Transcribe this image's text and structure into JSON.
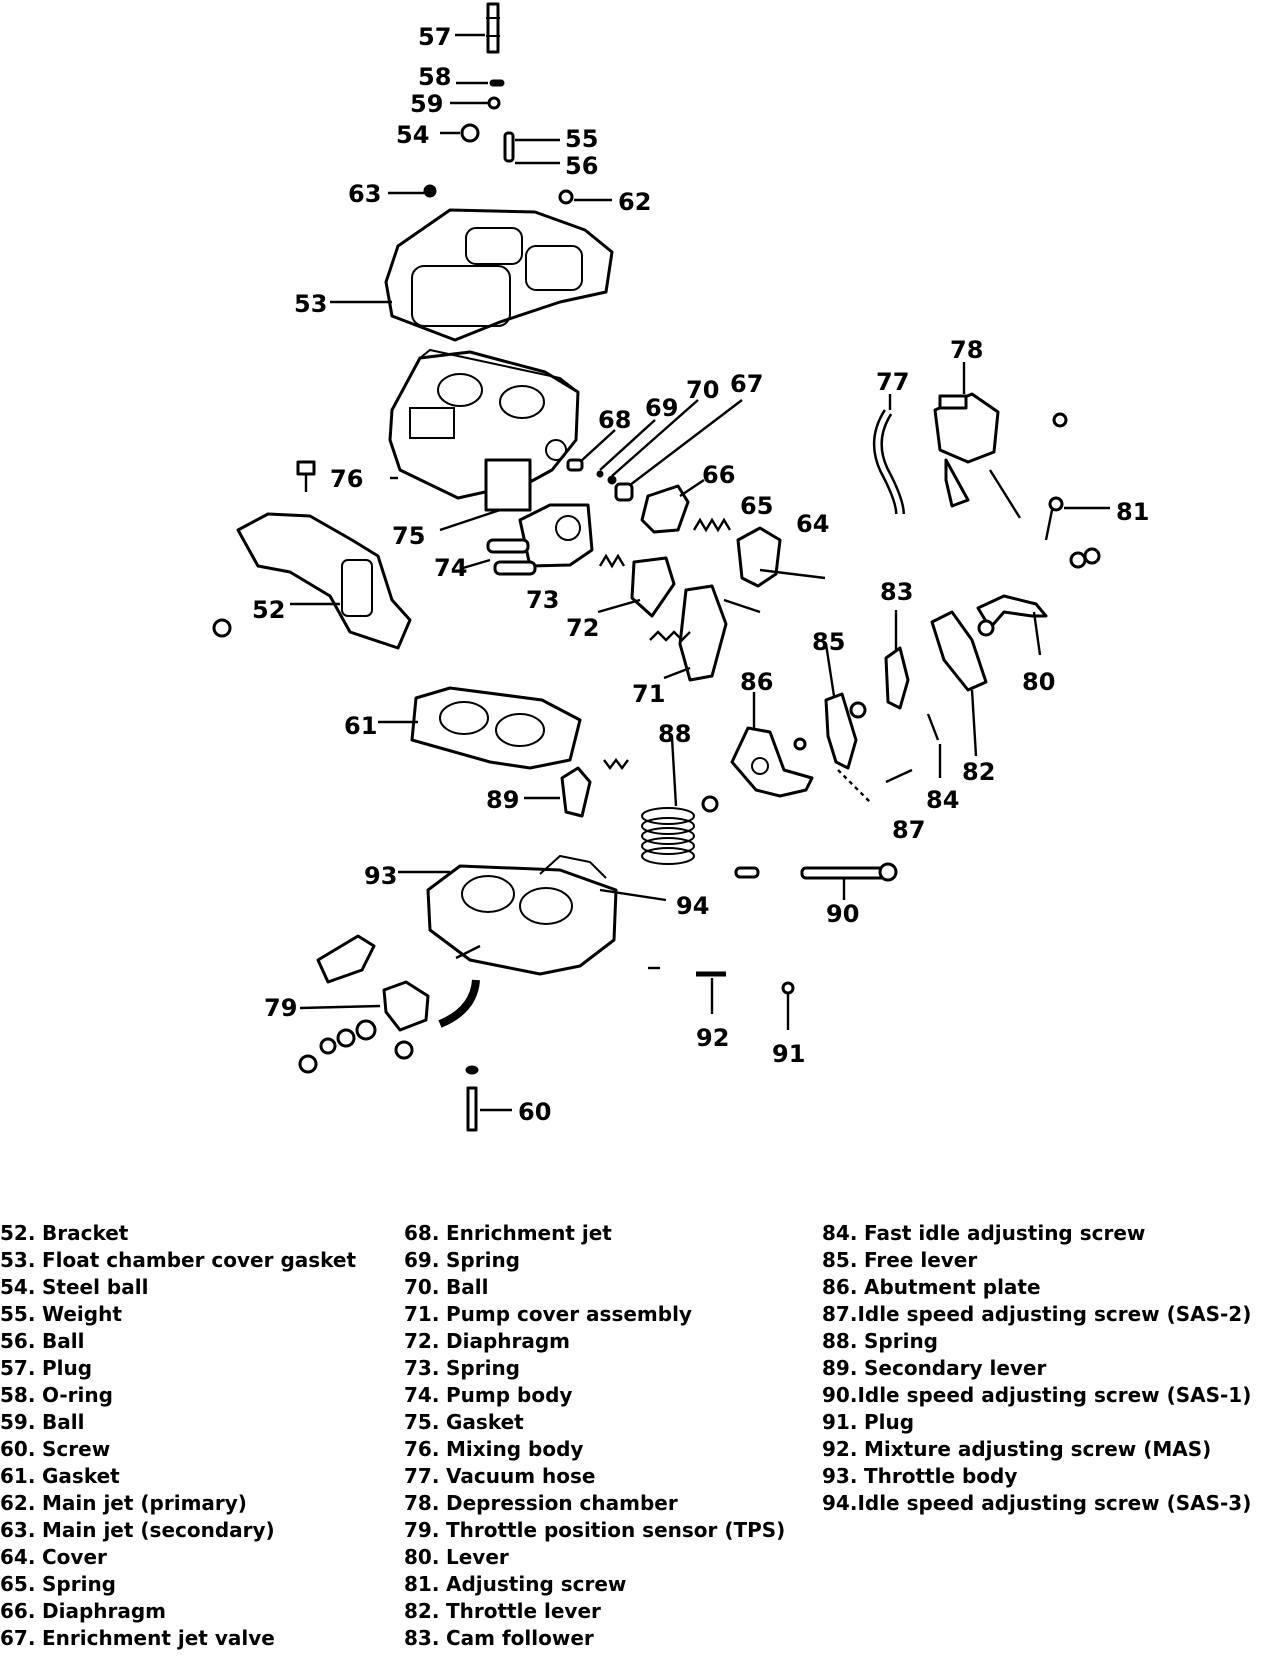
{
  "callouts": [
    {
      "id": "57",
      "text": "57"
    },
    {
      "id": "58",
      "text": "58"
    },
    {
      "id": "59",
      "text": "59"
    },
    {
      "id": "54",
      "text": "54"
    },
    {
      "id": "55",
      "text": "55"
    },
    {
      "id": "56",
      "text": "56"
    },
    {
      "id": "63",
      "text": "63"
    },
    {
      "id": "62",
      "text": "62"
    },
    {
      "id": "53",
      "text": "53"
    },
    {
      "id": "78",
      "text": "78"
    },
    {
      "id": "77",
      "text": "77"
    },
    {
      "id": "70",
      "text": "70"
    },
    {
      "id": "67",
      "text": "67"
    },
    {
      "id": "69",
      "text": "69"
    },
    {
      "id": "68",
      "text": "68"
    },
    {
      "id": "66",
      "text": "66"
    },
    {
      "id": "76",
      "text": "76"
    },
    {
      "id": "65",
      "text": "65"
    },
    {
      "id": "64",
      "text": "64"
    },
    {
      "id": "81",
      "text": "81"
    },
    {
      "id": "75",
      "text": "75"
    },
    {
      "id": "74",
      "text": "74"
    },
    {
      "id": "73",
      "text": "73"
    },
    {
      "id": "52",
      "text": "52"
    },
    {
      "id": "72",
      "text": "72"
    },
    {
      "id": "83",
      "text": "83"
    },
    {
      "id": "85",
      "text": "85"
    },
    {
      "id": "80",
      "text": "80"
    },
    {
      "id": "71",
      "text": "71"
    },
    {
      "id": "86",
      "text": "86"
    },
    {
      "id": "61",
      "text": "61"
    },
    {
      "id": "88",
      "text": "88"
    },
    {
      "id": "82",
      "text": "82"
    },
    {
      "id": "89",
      "text": "89"
    },
    {
      "id": "84",
      "text": "84"
    },
    {
      "id": "87",
      "text": "87"
    },
    {
      "id": "93",
      "text": "93"
    },
    {
      "id": "94",
      "text": "94"
    },
    {
      "id": "90",
      "text": "90"
    },
    {
      "id": "79",
      "text": "79"
    },
    {
      "id": "92",
      "text": "92"
    },
    {
      "id": "91",
      "text": "91"
    },
    {
      "id": "60",
      "text": "60"
    }
  ],
  "legend": {
    "column1": [
      {
        "num": "52.",
        "name": "Bracket"
      },
      {
        "num": "53.",
        "name": "Float chamber cover gasket"
      },
      {
        "num": "54.",
        "name": "Steel ball"
      },
      {
        "num": "55.",
        "name": "Weight"
      },
      {
        "num": "56.",
        "name": "Ball"
      },
      {
        "num": "57.",
        "name": "Plug"
      },
      {
        "num": "58.",
        "name": "O-ring"
      },
      {
        "num": "59.",
        "name": "Ball"
      },
      {
        "num": "60.",
        "name": "Screw"
      },
      {
        "num": "61.",
        "name": "Gasket"
      },
      {
        "num": "62.",
        "name": "Main jet (primary)"
      },
      {
        "num": "63.",
        "name": "Main jet (secondary)"
      },
      {
        "num": "64.",
        "name": "Cover"
      },
      {
        "num": "65.",
        "name": "Spring"
      },
      {
        "num": "66.",
        "name": "Diaphragm"
      },
      {
        "num": "67.",
        "name": "Enrichment jet valve"
      }
    ],
    "column2": [
      {
        "num": "68.",
        "name": "Enrichment jet"
      },
      {
        "num": "69.",
        "name": "Spring"
      },
      {
        "num": "70.",
        "name": "Ball"
      },
      {
        "num": "71.",
        "name": "Pump cover assembly"
      },
      {
        "num": "72.",
        "name": "Diaphragm"
      },
      {
        "num": "73.",
        "name": "Spring"
      },
      {
        "num": "74.",
        "name": "Pump body"
      },
      {
        "num": "75.",
        "name": "Gasket"
      },
      {
        "num": "76.",
        "name": "Mixing body"
      },
      {
        "num": "77.",
        "name": "Vacuum hose"
      },
      {
        "num": "78.",
        "name": "Depression chamber"
      },
      {
        "num": "79.",
        "name": "Throttle position sensor (TPS)"
      },
      {
        "num": "80.",
        "name": "Lever"
      },
      {
        "num": "81.",
        "name": "Adjusting screw"
      },
      {
        "num": "82.",
        "name": "Throttle lever"
      },
      {
        "num": "83.",
        "name": "Cam follower"
      }
    ],
    "column3": [
      {
        "num": "84.",
        "name": "Fast idle adjusting screw"
      },
      {
        "num": "85.",
        "name": "Free lever"
      },
      {
        "num": "86.",
        "name": "Abutment plate"
      },
      {
        "num": "87.",
        "name": "Idle speed adjusting screw (SAS-2)"
      },
      {
        "num": "88.",
        "name": "Spring"
      },
      {
        "num": "89.",
        "name": "Secondary lever"
      },
      {
        "num": "90.",
        "name": "Idle speed adjusting screw (SAS-1)"
      },
      {
        "num": "91.",
        "name": "Plug"
      },
      {
        "num": "92.",
        "name": "Mixture adjusting screw (MAS)"
      },
      {
        "num": "93.",
        "name": "Throttle body"
      },
      {
        "num": "94.",
        "name": "Idle speed adjusting screw (SAS-3)"
      }
    ]
  }
}
